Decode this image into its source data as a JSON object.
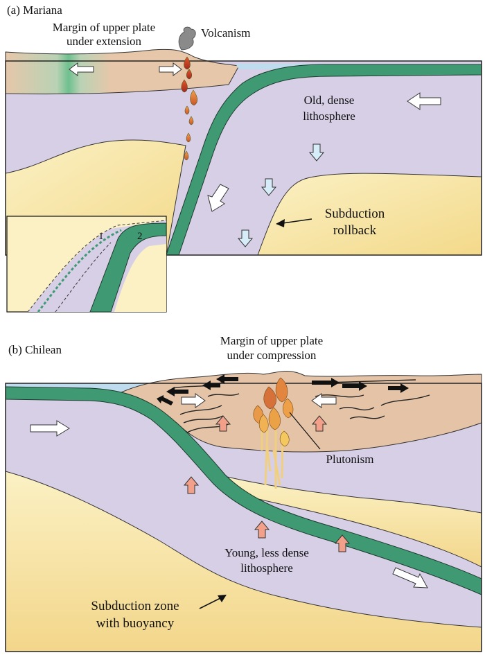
{
  "panel_a": {
    "heading": "(a) Mariana",
    "upper_margin_line1": "Margin of upper plate",
    "upper_margin_line2": "under extension",
    "volcanism": "Volcanism",
    "lithosphere_line1": "Old, dense",
    "lithosphere_line2": "lithosphere",
    "rollback_line1": "Subduction",
    "rollback_line2": "rollback",
    "inset_label_1": "1",
    "inset_label_2": "2"
  },
  "panel_b": {
    "heading": "(b) Chilean",
    "upper_margin_line1": "Margin of upper plate",
    "upper_margin_line2": "under compression",
    "plutonism": "Plutonism",
    "lithosphere_line1": "Young, less dense",
    "lithosphere_line2": "lithosphere",
    "buoyancy_line1": "Subduction zone",
    "buoyancy_line2": "with buoyancy"
  },
  "colors": {
    "mantle": "#d7cfe6",
    "asthenosphere": "#f7e6a6",
    "crust": "#e4c3a6",
    "slab": "#3f9a74",
    "ocean": "#bfdcef",
    "magma": "#e08a3a"
  }
}
